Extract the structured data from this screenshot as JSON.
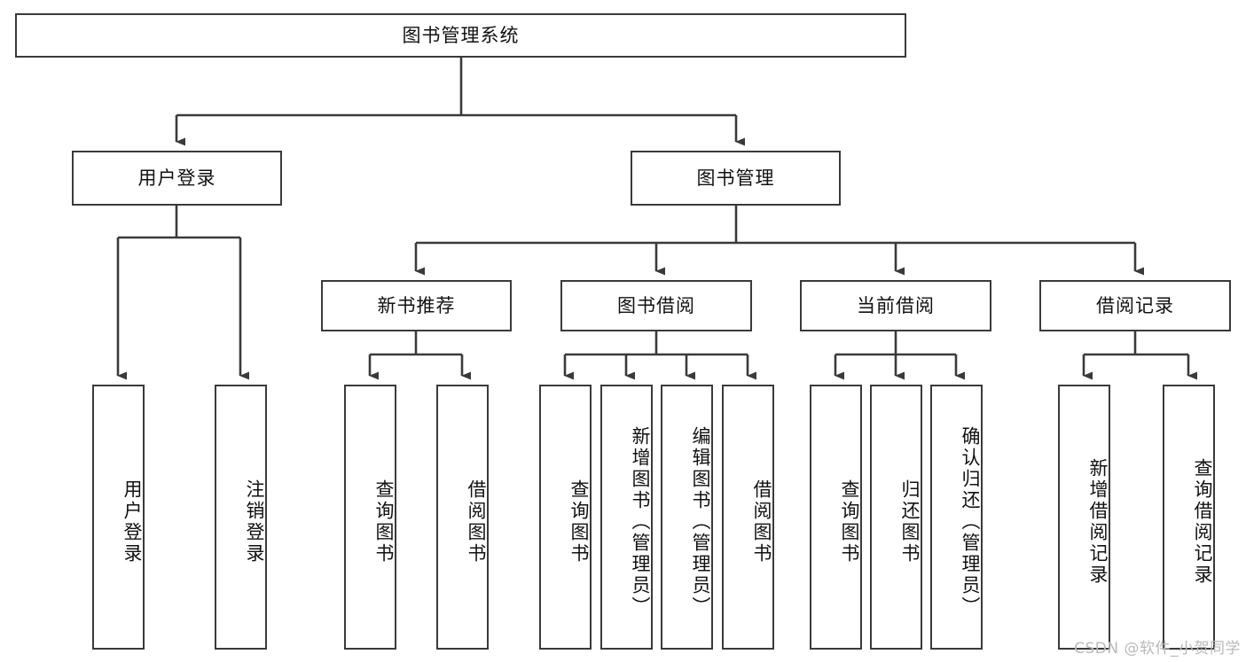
{
  "diagram": {
    "title": "图书管理系统",
    "type": "hierarchy-tree",
    "root": {
      "id": "root",
      "label": "图书管理系统",
      "orientation": "horizontal"
    },
    "level1": [
      {
        "id": "user-login",
        "label": "用户登录",
        "orientation": "horizontal"
      },
      {
        "id": "book-manage",
        "label": "图书管理",
        "orientation": "horizontal"
      }
    ],
    "level2": [
      {
        "id": "new-book-recommend",
        "label": "新书推荐",
        "parent": "book-manage",
        "orientation": "horizontal"
      },
      {
        "id": "book-borrow",
        "label": "图书借阅",
        "parent": "book-manage",
        "orientation": "horizontal"
      },
      {
        "id": "current-borrow",
        "label": "当前借阅",
        "parent": "book-manage",
        "orientation": "horizontal"
      },
      {
        "id": "borrow-record",
        "label": "借阅记录",
        "parent": "book-manage",
        "orientation": "horizontal"
      }
    ],
    "leaves": [
      {
        "id": "leaf-user-login",
        "label": "用户登录",
        "parent": "user-login",
        "orientation": "vertical"
      },
      {
        "id": "leaf-user-logout",
        "label": "注销登录",
        "parent": "user-login",
        "orientation": "vertical"
      },
      {
        "id": "leaf-query-book-1",
        "label": "查询图书",
        "parent": "new-book-recommend",
        "orientation": "vertical"
      },
      {
        "id": "leaf-borrow-book-1",
        "label": "借阅图书",
        "parent": "new-book-recommend",
        "orientation": "vertical"
      },
      {
        "id": "leaf-query-book-2",
        "label": "查询图书",
        "parent": "book-borrow",
        "orientation": "vertical"
      },
      {
        "id": "leaf-add-book",
        "label": "新增图书（管理员）",
        "parent": "book-borrow",
        "orientation": "vertical"
      },
      {
        "id": "leaf-edit-book",
        "label": "编辑图书（管理员）",
        "parent": "book-borrow",
        "orientation": "vertical"
      },
      {
        "id": "leaf-borrow-book-2",
        "label": "借阅图书",
        "parent": "book-borrow",
        "orientation": "vertical"
      },
      {
        "id": "leaf-query-book-3",
        "label": "查询图书",
        "parent": "current-borrow",
        "orientation": "vertical"
      },
      {
        "id": "leaf-return-book",
        "label": "归还图书",
        "parent": "current-borrow",
        "orientation": "vertical"
      },
      {
        "id": "leaf-confirm-return",
        "label": "确认归还（管理员）",
        "parent": "current-borrow",
        "orientation": "vertical"
      },
      {
        "id": "leaf-add-record",
        "label": "新增借阅记录",
        "parent": "borrow-record",
        "orientation": "vertical"
      },
      {
        "id": "leaf-query-record",
        "label": "查询借阅记录",
        "parent": "borrow-record",
        "orientation": "vertical"
      }
    ],
    "colors": {
      "stroke": "#3a3a3a",
      "fill": "#ffffff",
      "text": "#111111",
      "watermark": "#b9b9b9"
    }
  },
  "watermark": {
    "text": "CSDN @软件_小贺同学"
  }
}
